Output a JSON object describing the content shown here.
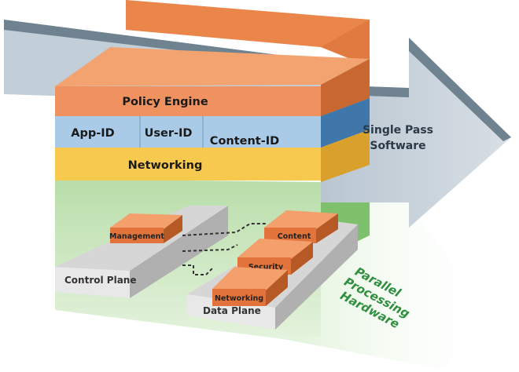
{
  "diagram": {
    "arrow_label": [
      "Single Pass",
      "Software"
    ],
    "software_layers": {
      "policy_engine": "Policy Engine",
      "app_id": "App-ID",
      "user_id": "User-ID",
      "content_id": "Content-ID",
      "networking": "Networking"
    },
    "hardware": {
      "management": "Management",
      "content": "Content",
      "security": "Security",
      "networking": "Networking",
      "control_plane": "Control Plane",
      "data_plane": "Data Plane",
      "label": [
        "Parallel",
        "Processing",
        "Hardware"
      ]
    },
    "colors": {
      "orange": "#E8824A",
      "blue": "#A8C8E8",
      "yellow": "#F6C84E",
      "green": "#6DBB5A",
      "arrow": "#C9D3DB"
    }
  }
}
